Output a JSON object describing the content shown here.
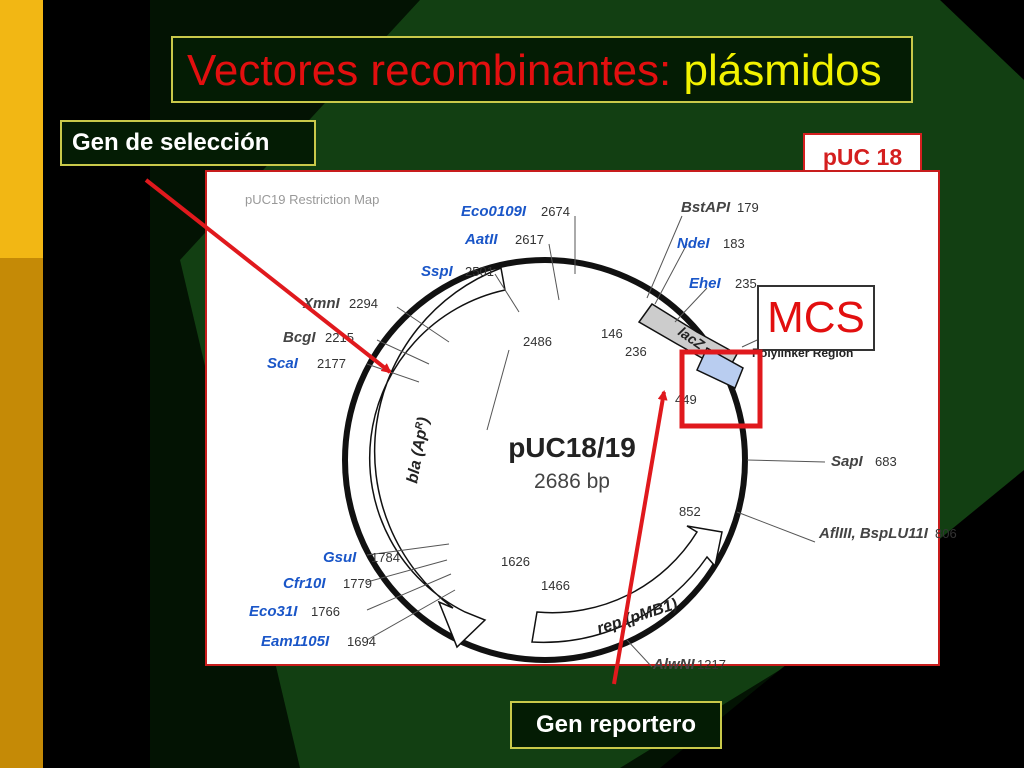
{
  "slide": {
    "title_part1": "Vectores recombinantes:",
    "title_part2": "plásmidos",
    "label_selection": "Gen de selección",
    "label_vector": "pUC 18",
    "label_mcs": "MCS",
    "label_reporter": "Gen reportero"
  },
  "map": {
    "header": "pUC19 Restriction Map",
    "plasmid_name": "pUC18/19",
    "plasmid_size": "2686 bp",
    "gene_bla": "bla (Ap",
    "gene_bla_sup": "R",
    "gene_lacz": "lacZ",
    "gene_rep": "rep (pMB1)",
    "polylinker": "Polylinker Region",
    "sites": [
      {
        "name": "Eco0109I",
        "pos": "2674",
        "color": "blue"
      },
      {
        "name": "AatII",
        "pos": "2617",
        "color": "blue"
      },
      {
        "name": "SspI",
        "pos": "2501",
        "color": "blue"
      },
      {
        "name": "XmnI",
        "pos": "2294",
        "color": "dark"
      },
      {
        "name": "BcgI",
        "pos": "2215",
        "color": "dark"
      },
      {
        "name": "ScaI",
        "pos": "2177",
        "color": "blue"
      },
      {
        "name": "BstAPI",
        "pos": "179",
        "color": "dark"
      },
      {
        "name": "NdeI",
        "pos": "183",
        "color": "blue"
      },
      {
        "name": "EheI",
        "pos": "235",
        "color": "blue"
      },
      {
        "name": "SapI",
        "pos": "683",
        "color": "dark"
      },
      {
        "name": "AflIII, BspLU11I",
        "pos": "806",
        "color": "dark"
      },
      {
        "name": "GsuI",
        "pos": "1784",
        "color": "blue"
      },
      {
        "name": "Cfr10I",
        "pos": "1779",
        "color": "blue"
      },
      {
        "name": "Eco31I",
        "pos": "1766",
        "color": "blue"
      },
      {
        "name": "Eam1105I",
        "pos": "1694",
        "color": "blue"
      },
      {
        "name": "AlwNI",
        "pos": "1217",
        "color": "dark"
      }
    ],
    "inner_numbers": [
      "2486",
      "146",
      "236",
      "449",
      "852",
      "1626",
      "1466"
    ]
  },
  "colors": {
    "title_red": "#e20f0f",
    "title_yellow": "#f2f200",
    "arrow_red": "#e0191d",
    "site_blue": "#1a56c8"
  }
}
